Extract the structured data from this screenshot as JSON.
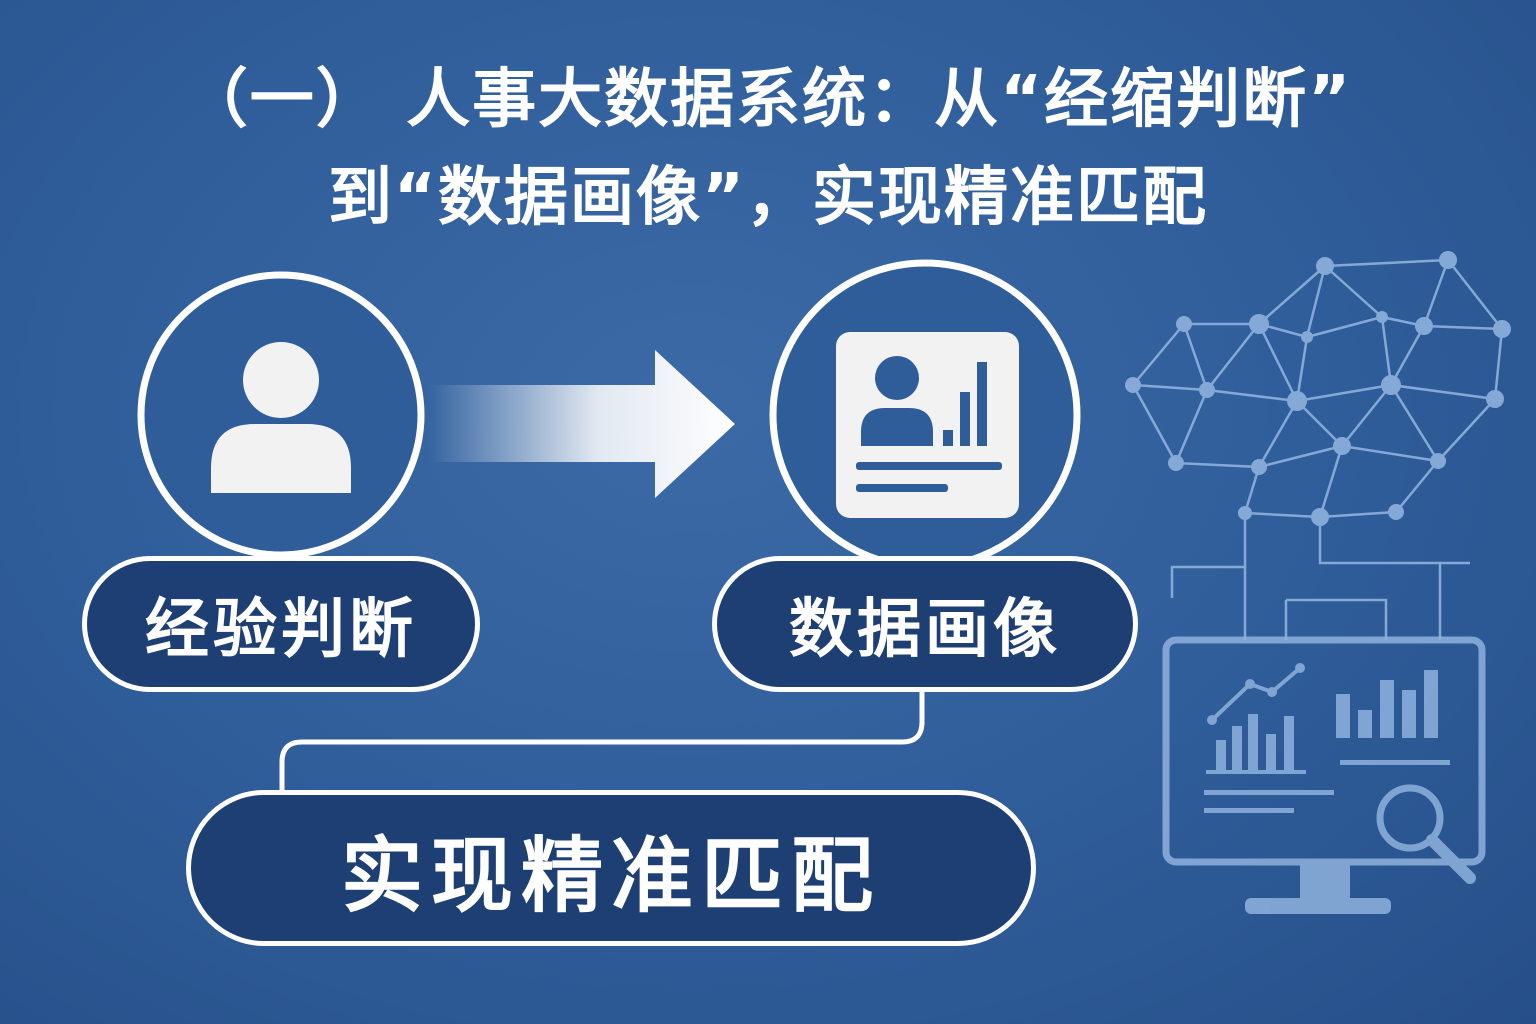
{
  "title": {
    "line1": "（一） 人事大数据系统：从“经缩判断”",
    "line2": "到“数据画像”，实现精准匹配"
  },
  "flow": {
    "left_label": "经验判断",
    "right_label": "数据画像",
    "bottom_label": "实现精准匹配"
  },
  "icons": {
    "left": "person-icon",
    "right": "profile-card-icon",
    "arrow": "arrow-right-icon",
    "network": "network-graph-icon",
    "monitor": "analytics-monitor-icon",
    "magnifier": "magnifier-icon"
  },
  "colors": {
    "background": "#2f5d99",
    "pill_fill": "#1e3f73",
    "foreground": "#ffffff",
    "decoration": "#8fb2de"
  }
}
